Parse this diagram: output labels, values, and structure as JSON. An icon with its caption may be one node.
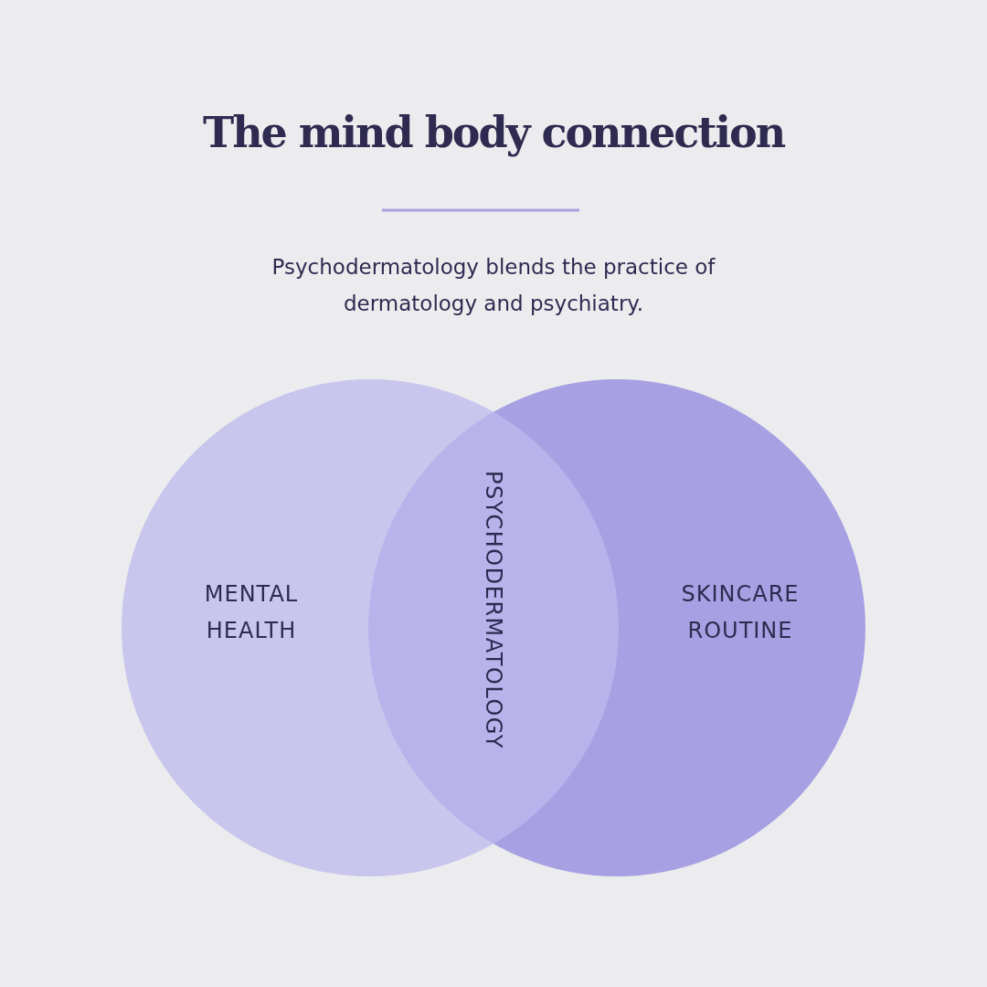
{
  "diagram": {
    "title": "The mind body connection",
    "nodes": [
      {
        "text": [
          "MENTAL HEALTH"
        ]
      },
      {
        "text": [
          "SKINCARE ROUTINE"
        ]
      }
    ],
    "edges": [],
    "labels": [
      "Psychodermatology blends the practice of dermatology and psychiatry.",
      "PSYCHODERMATOLOGY"
    ]
  }
}
